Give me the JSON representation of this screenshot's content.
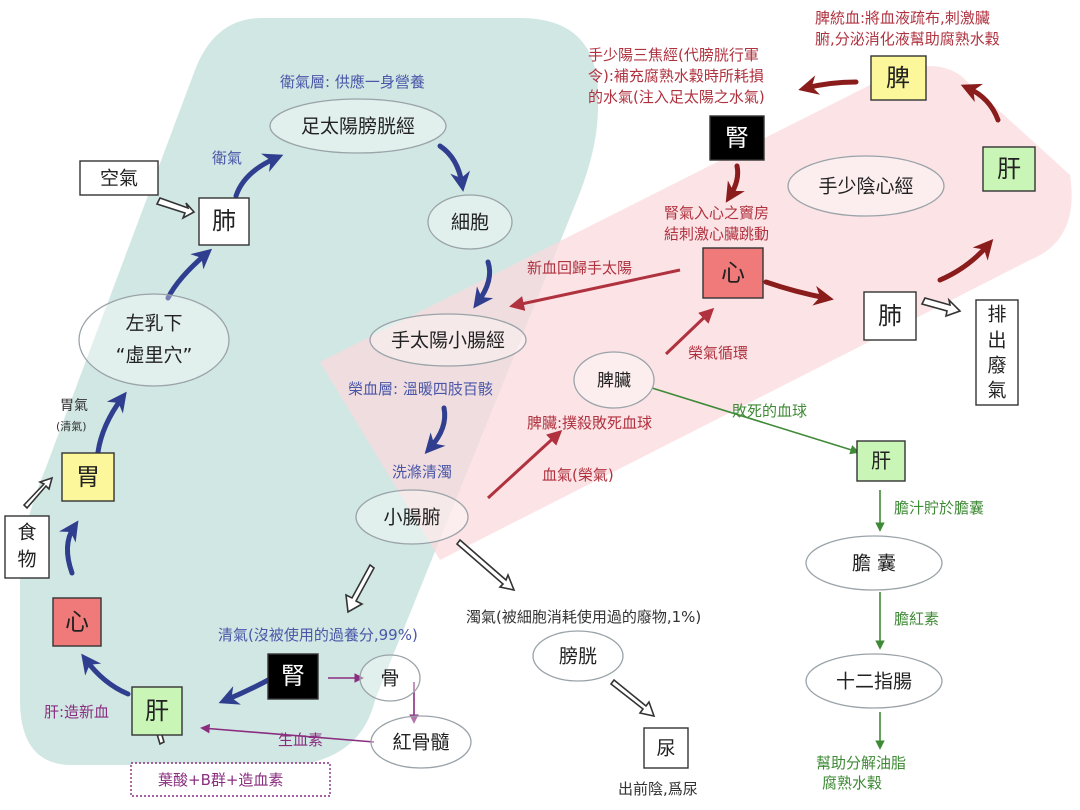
{
  "colors": {
    "teal_region": "#c9e3df",
    "pink_region": "#f9d9de",
    "blue_label": "#4a57a8",
    "red_label": "#b0323f",
    "green_label": "#3f8a36",
    "purple_label": "#8a2d7f",
    "dark_arrow": "#8a1c1c",
    "blue_arrow": "#2f3e8e",
    "box_yellow": "#fbf79a",
    "box_green": "#c9f5b7",
    "box_red": "#f07a7a",
    "box_black": "#000000"
  },
  "nodes": {
    "air": "空氣",
    "lung_left": "肺",
    "left_breast_1": "左乳下",
    "left_breast_2": "“虛里穴”",
    "stomach": "胃",
    "food_1": "食",
    "food_2": "物",
    "heart_left": "心",
    "liver_left": "肝",
    "kidney_bottom": "腎",
    "bone": "骨",
    "marrow": "紅骨髓",
    "foot_taiyang": "足太陽膀胱經",
    "cell": "細胞",
    "hand_taiyang": "手太陽小腸經",
    "small_intestine": "小腸腑",
    "bladder": "膀胱",
    "urine": "尿",
    "kidney_top": "腎",
    "heart_center": "心",
    "spleen_organ": "脾臟",
    "spleen_box": "脾",
    "liver_right": "肝",
    "hand_shaoyin": "手少陰心經",
    "lung_right": "肺",
    "exhaust_1": "排",
    "exhaust_2": "出",
    "exhaust_3": "廢",
    "exhaust_4": "氣",
    "liver_lower": "肝",
    "gallbladder": "膽 囊",
    "duodenum": "十二指腸"
  },
  "labels": {
    "wei_layer": "衛氣層: 供應一身營養",
    "wei_qi": "衛氣",
    "stomach_qi": "胃氣",
    "stomach_qi_sub": "(清氣)",
    "ying_layer": "榮血層: 溫暖四肢百骸",
    "wash": "洗滌清濁",
    "clear_qi": "清氣(沒被使用的過養分,99%)",
    "liver_blood": "肝:造新血",
    "produce_blood": "生血素",
    "folic": "葉酸+B群+造血素",
    "turbid_qi": "濁氣(被細胞消耗使用過的廢物,1%)",
    "out_yin": "出前陰,爲尿",
    "sanjiao_1": "手少陽三焦經(代膀胱行軍",
    "sanjiao_2": "令):補充腐熟水穀時所耗損",
    "sanjiao_3": "的水氣(注入足太陽之水氣)",
    "spleen_func_1": "脾統血:將血液疏布,刺激臟",
    "spleen_func_2": "腑,分泌消化液幫助腐熟水穀",
    "kidney_heart_1": "腎氣入心之竇房",
    "kidney_heart_2": "結刺激心臟跳動",
    "new_blood": "新血回歸手太陽",
    "ying_qi_cycle": "榮氣循環",
    "spleen_kill": "脾臟:撲殺敗死血球",
    "blood_qi": "血氣(榮氣)",
    "dead_cells": "敗死的血球",
    "bile_store": "膽汁貯於膽囊",
    "bilirubin": "膽紅素",
    "help_1": "幫助分解油脂",
    "help_2": "腐熟水穀"
  }
}
